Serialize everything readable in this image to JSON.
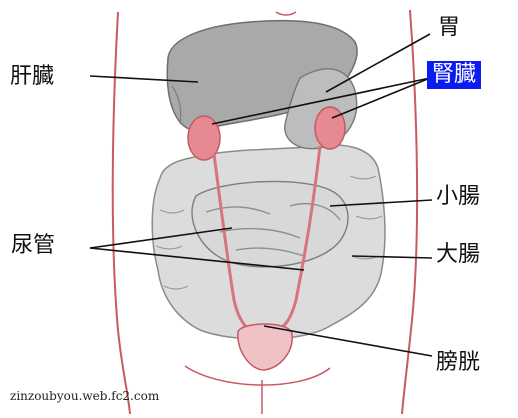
{
  "labels": {
    "stomach": "胃",
    "kidney": "腎臓",
    "liver": "肝臓",
    "small_intestine": "小腸",
    "ureter": "尿管",
    "large_intestine": "大腸",
    "bladder": "膀胱"
  },
  "highlight": {
    "label": "kidney",
    "color": "#0a1cf0"
  },
  "credit": "zinzoubyou.web.fc2.com"
}
